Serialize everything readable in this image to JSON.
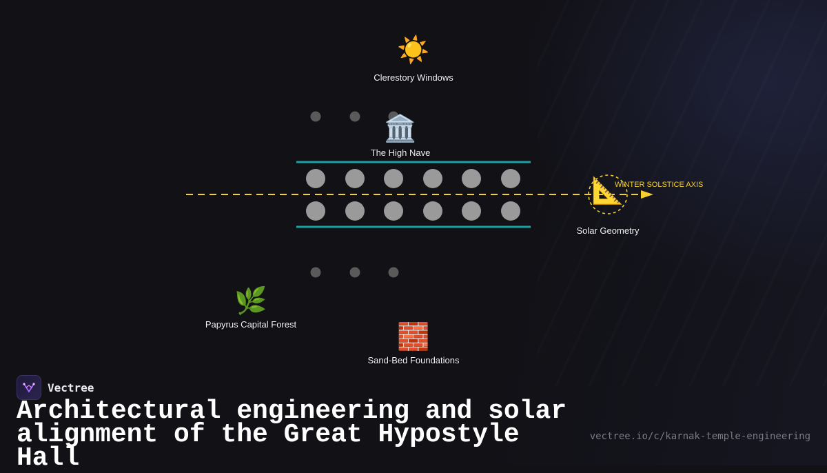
{
  "nodes": {
    "clerestory": {
      "icon": "☀️",
      "icon_name": "sun-icon",
      "label": "Clerestory Windows"
    },
    "nave": {
      "icon": "🏛️",
      "icon_name": "classical-building-icon",
      "label": "The High Nave"
    },
    "solar": {
      "icon": "📐",
      "icon_name": "triangular-ruler-icon",
      "label": "Solar Geometry"
    },
    "papyrus": {
      "icon": "🌿",
      "icon_name": "herb-icon",
      "label": "Papyrus Capital Forest"
    },
    "foundations": {
      "icon": "🧱",
      "icon_name": "brick-icon",
      "label": "Sand-Bed Foundations"
    }
  },
  "axis": {
    "label": "WINTER SOLSTICE AXIS",
    "color": "#f5d02e"
  },
  "colors": {
    "nave_wall": "#1aa3a3",
    "column_large": "#9a9a9a",
    "column_small": "#5a5a5a",
    "background": "#111116"
  },
  "brand": {
    "name": "Vectree",
    "logo_icon": "vectree-logo-icon"
  },
  "title": "Architectural engineering and solar alignment of the Great Hypostyle Hall",
  "url": "vectree.io/c/karnak-temple-engineering"
}
